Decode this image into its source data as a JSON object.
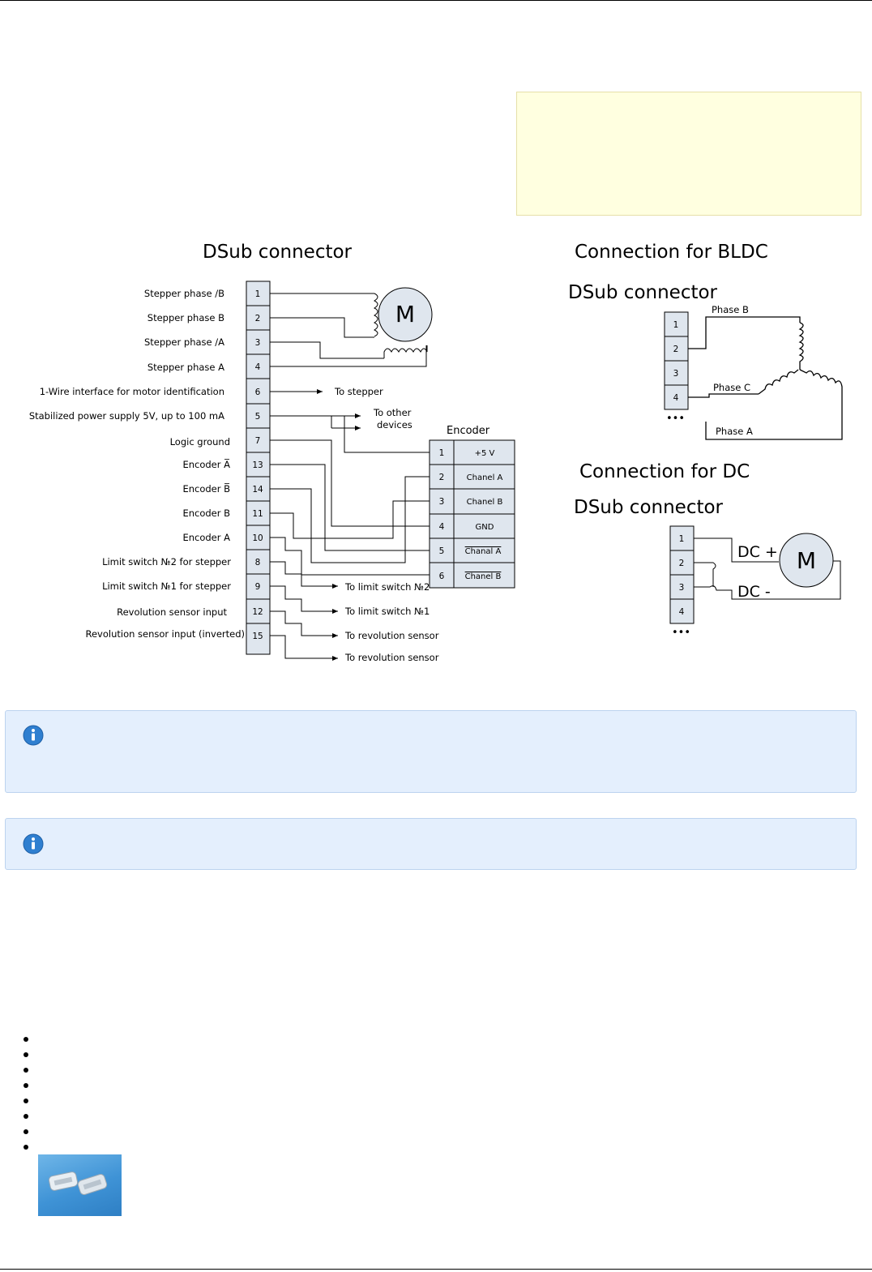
{
  "diagram": {
    "title_dsub": "DSub connector",
    "title_bldc": "Connection for BLDC",
    "bldc_sub": "DSub connector",
    "title_dc": "Connection for DC",
    "dc_sub": "DSub connector",
    "motor_letter": "M",
    "left_pins": [
      {
        "label": "Stepper phase /B",
        "pin": "1"
      },
      {
        "label": "Stepper phase B",
        "pin": "2"
      },
      {
        "label": "Stepper phase /A",
        "pin": "3"
      },
      {
        "label": "Stepper phase A",
        "pin": "4"
      },
      {
        "label": "1-Wire interface for motor identification",
        "pin": "6"
      },
      {
        "label": "Stabilized power supply 5V, up to 100 mA",
        "pin": "5"
      },
      {
        "label": "Logic ground",
        "pin": "7"
      },
      {
        "label": "Encoder A̅",
        "pin": "13"
      },
      {
        "label": "Encoder B̅",
        "pin": "14"
      },
      {
        "label": "Encoder B",
        "pin": "11"
      },
      {
        "label": "Encoder A",
        "pin": "10"
      },
      {
        "label": "Limit switch №2 for stepper",
        "pin": "8"
      },
      {
        "label": "Limit switch №1 for stepper",
        "pin": "9"
      },
      {
        "label": "Revolution sensor input",
        "pin": "12"
      },
      {
        "label": "Revolution sensor input (inverted)",
        "pin": "15"
      }
    ],
    "to_stepper": "To stepper",
    "to_other_1": "To other",
    "to_other_2": "devices",
    "encoder_title": "Encoder",
    "encoder_rows": [
      {
        "num": "1",
        "name": "+5 V"
      },
      {
        "num": "2",
        "name": "Chanel A"
      },
      {
        "num": "3",
        "name": "Chanel B"
      },
      {
        "num": "4",
        "name": "GND"
      },
      {
        "num": "5",
        "name": "Chanal A"
      },
      {
        "num": "6",
        "name": "Chanel B"
      }
    ],
    "to_limit_2": "To limit switch №2",
    "to_limit_1": "To limit switch №1",
    "to_rev_1": "To revolution sensor",
    "to_rev_2": "To revolution sensor",
    "bldc_pins": [
      "1",
      "2",
      "3",
      "4"
    ],
    "phase_b": "Phase B",
    "phase_c": "Phase C",
    "phase_a": "Phase A",
    "ellipsis": "•••",
    "dc_pins": [
      "1",
      "2",
      "3",
      "4"
    ],
    "dc_plus": "DC +",
    "dc_minus": "DC -"
  },
  "bullet_count": 8,
  "colors": {
    "note_bg": "#ffffe0",
    "info_bg": "#e4effd",
    "info_icon": "#2f7fd0"
  }
}
